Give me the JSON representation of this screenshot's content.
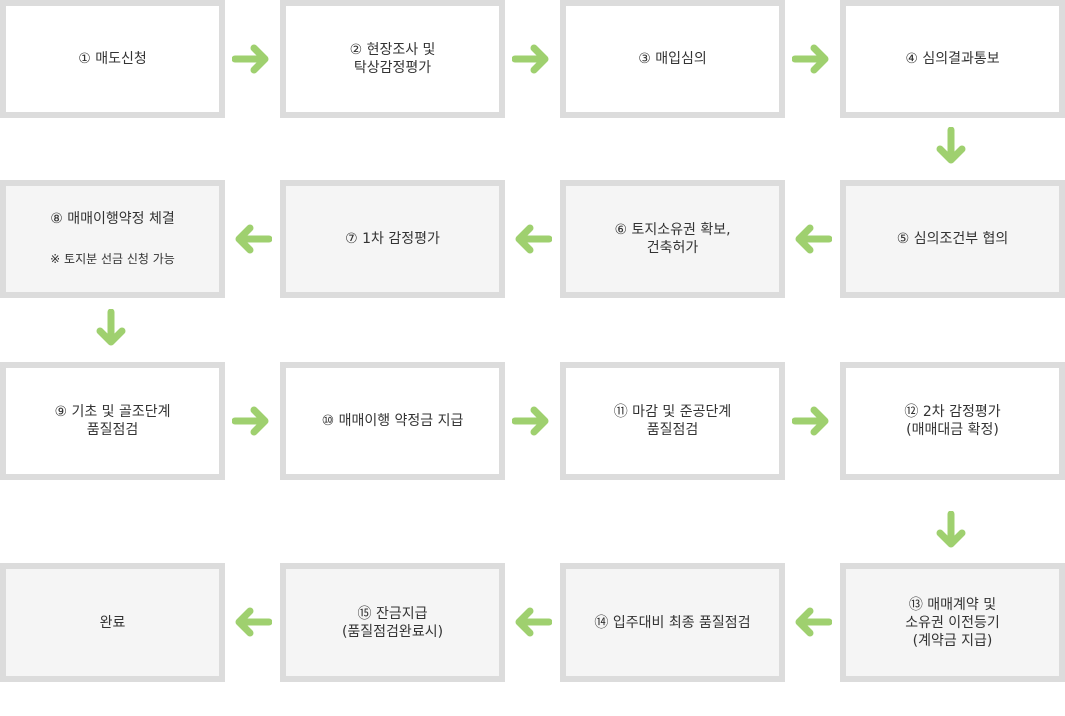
{
  "colors": {
    "border": "#dcdcdc",
    "arrow": "#9fd06f",
    "box_white": "#ffffff",
    "box_gray": "#f5f5f5",
    "text": "#333333"
  },
  "steps": [
    {
      "lines": [
        "① 매도신청"
      ]
    },
    {
      "lines": [
        "② 현장조사 및",
        "탁상감정평가"
      ]
    },
    {
      "lines": [
        "③ 매입심의"
      ]
    },
    {
      "lines": [
        "④ 심의결과통보"
      ]
    },
    {
      "lines": [
        "⑤ 심의조건부 협의"
      ]
    },
    {
      "lines": [
        "⑥ 토지소유권 확보,",
        "건축허가"
      ]
    },
    {
      "lines": [
        "⑦ 1차 감정평가"
      ]
    },
    {
      "lines": [
        "⑧ 매매이행약정 체결"
      ],
      "note": "※ 토지분 선금 신청 가능"
    },
    {
      "lines": [
        "⑨ 기초 및 골조단계",
        "품질점검"
      ]
    },
    {
      "lines": [
        "⑩ 매매이행 약정금 지급"
      ]
    },
    {
      "lines": [
        "⑪ 마감 및 준공단계",
        "품질점검"
      ]
    },
    {
      "lines": [
        "⑫ 2차 감정평가",
        "(매매대금 확정)"
      ]
    },
    {
      "lines": [
        "⑬ 매매계약 및",
        "소유권 이전등기",
        "(계약금 지급)"
      ]
    },
    {
      "lines": [
        "⑭ 입주대비 최종 품질점검"
      ]
    },
    {
      "lines": [
        "⑮ 잔금지급",
        "(품질점검완료시)"
      ]
    },
    {
      "lines": [
        "완료"
      ]
    }
  ],
  "arrows": [
    "right-arrow-icon",
    "down-arrow-icon",
    "left-arrow-icon"
  ]
}
